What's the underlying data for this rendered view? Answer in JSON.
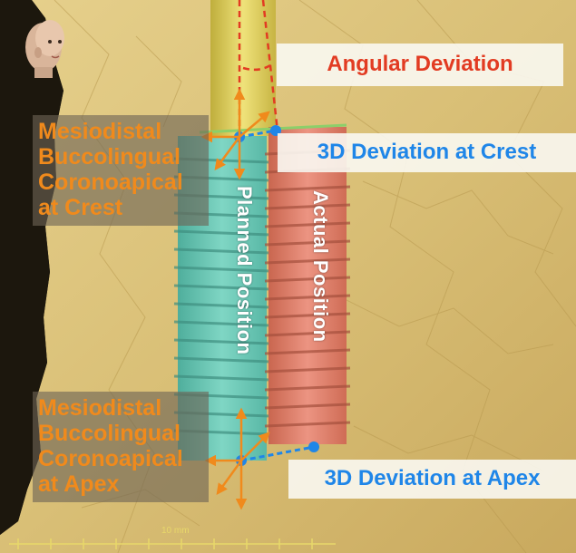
{
  "labels": {
    "angular_deviation": "Angular Deviation",
    "deviation_crest": "3D Deviation at Crest",
    "deviation_apex": "3D Deviation at Apex",
    "crest_lines": [
      "Mesiodistal",
      "Buccolingual",
      "Coronoapical",
      "at Crest"
    ],
    "apex_lines": [
      "Mesiodistal",
      "Buccolingual",
      "Coronoapical",
      "at Apex"
    ],
    "planned_position": "Planned Position",
    "actual_position": "Actual Position",
    "scale_bar": "10 mm"
  },
  "colors": {
    "orange": "#f08a1c",
    "red": "#e23b22",
    "blue": "#1f86e8",
    "planned_implant": "#6cc6b6",
    "actual_implant": "#e0806a",
    "bone": "#d8c07a",
    "abutment": "#e6d562"
  },
  "icons": {
    "head": "head-orientation-icon"
  }
}
